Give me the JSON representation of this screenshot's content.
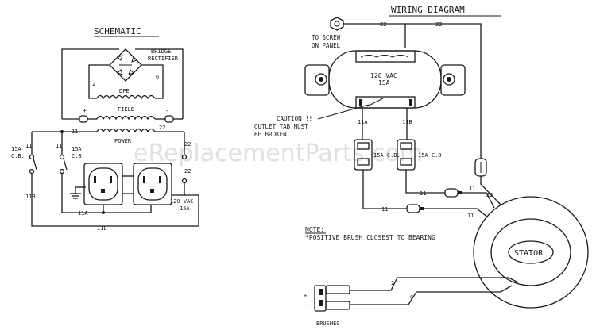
{
  "headings": {
    "schematic": "SCHEMATIC",
    "wiring": "WIRING DIAGRAM"
  },
  "watermark": "eReplacementParts.com",
  "schematic": {
    "bridge": "BRIDGE",
    "rectifier": "RECTIFIER",
    "dpe": "DPE",
    "field": "FIELD",
    "power": "POWER",
    "plus": "+",
    "minus": "-",
    "w2": "2",
    "w6": "6",
    "w11_top": "11",
    "w22_top": "22",
    "w11_left": "11",
    "cb_left": "15A",
    "cb_left2": "C.B.",
    "w11_mid": "11",
    "cb_mid": "15A",
    "cb_mid2": "C.B.",
    "w22_right": "22",
    "w22_right2": "22",
    "w11b": "11B",
    "w11a": "11A",
    "w11b_bottom": "11B",
    "outlet_rating": "120 VAC",
    "outlet_amp": "15A"
  },
  "wiring": {
    "screw_note1": "TO SCREW",
    "screw_note2": "ON PANEL",
    "w22a": "22",
    "w22b": "22",
    "panel_volt": "120 VAC",
    "panel_amp": "15A",
    "caution1": "CAUTION !!",
    "caution2": "OUTLET TAB MUST",
    "caution3": "BE BROKEN",
    "w11a": "11A",
    "w11b": "11B",
    "cb1": "15A C.B.",
    "cb2": "15A C.B.",
    "w11_1": "11",
    "w11_2": "11",
    "w22_stator": "22",
    "w11_s1": "11",
    "w11_s2": "11",
    "note_title": "NOTE:",
    "note_text": "*POSITIVE BRUSH CLOSEST TO BEARING",
    "stator": "STATOR",
    "w2": "2",
    "w6": "6",
    "plus": "+",
    "minus": "-",
    "brushes": "BRUSHES"
  }
}
